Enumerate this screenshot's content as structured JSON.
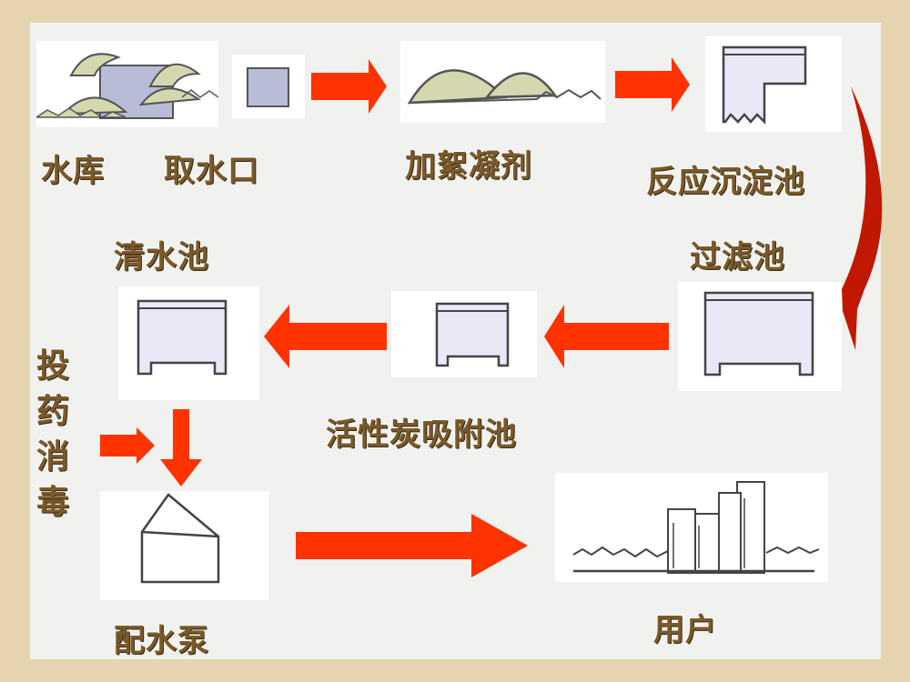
{
  "steps": {
    "reservoir": "水库",
    "intake": "取水口",
    "coagulant": "加絮凝剂",
    "sedimentation": "反应沉淀池",
    "filter": "过滤池",
    "carbon": "活性炭吸附池",
    "clear_water": "清水池",
    "disinfection": "投药消毒",
    "pump": "配水泵",
    "user": "用户"
  },
  "colors": {
    "arrow": "#ff3300",
    "label": "#7a5a2a",
    "background": "#e6d3b0"
  }
}
